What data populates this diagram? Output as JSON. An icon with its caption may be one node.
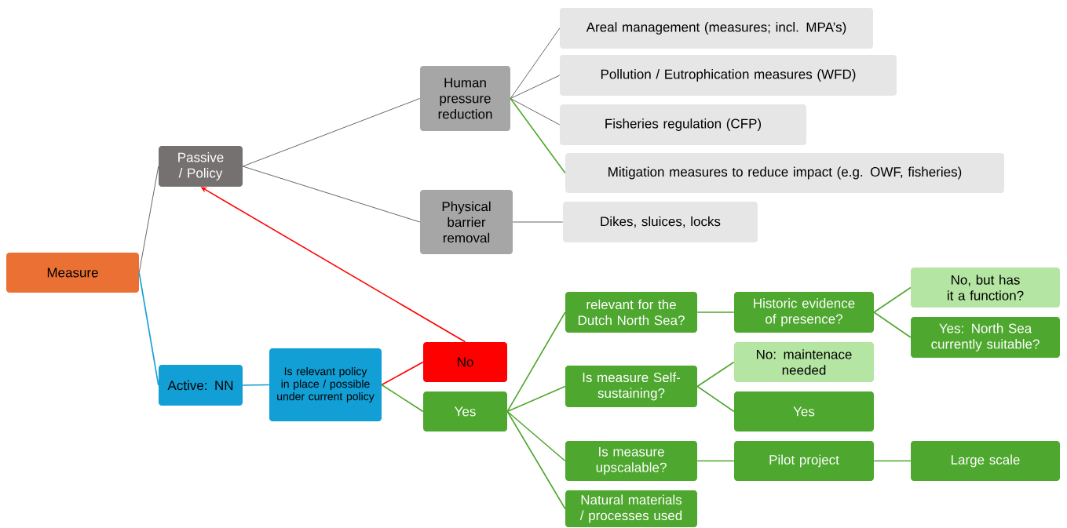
{
  "diagram": {
    "nodes": [
      {
        "text": [
          "Measure"
        ]
      },
      {
        "text": [
          "Passive / Policy"
        ]
      },
      {
        "text": [
          "Human pressure reduction"
        ]
      },
      {
        "text": [
          "Physical barrier removal"
        ]
      },
      {
        "text": [
          "Areal management (measures; incl. MPA’s)"
        ]
      },
      {
        "text": [
          "Pollution / Eutrophication measures (WFD)"
        ]
      },
      {
        "text": [
          "Fisheries regulation (CFP)"
        ]
      },
      {
        "text": [
          "Mitigation measures to reduce impact (e.g. OWF, fisheries)"
        ]
      },
      {
        "text": [
          "Dikes, sluices, locks"
        ]
      },
      {
        "text": [
          "Active: NN"
        ]
      },
      {
        "text": [
          "Is relevant policy in place / possible under current policy"
        ]
      },
      {
        "text": [
          "No"
        ]
      },
      {
        "text": [
          "Yes"
        ]
      },
      {
        "text": [
          "relevant for the Dutch North Sea?"
        ]
      },
      {
        "text": [
          "Is measure Self-sustaining?"
        ]
      },
      {
        "text": [
          "Is measure upscalable?"
        ]
      },
      {
        "text": [
          "Natural materials / processes used"
        ]
      },
      {
        "text": [
          "Historic evidence of presence?"
        ]
      },
      {
        "text": [
          "No: maintenace needed"
        ]
      },
      {
        "text": [
          "Yes"
        ]
      },
      {
        "text": [
          "Pilot project"
        ]
      },
      {
        "text": [
          "No, but has it a function?"
        ]
      },
      {
        "text": [
          "Yes: North Sea currently suitable?"
        ]
      },
      {
        "text": [
          "Large scale"
        ]
      }
    ],
    "edges": [
      {
        "from": 0,
        "to": 1,
        "arrow": "none",
        "color": "#404040"
      },
      {
        "from": 0,
        "to": 9,
        "arrow": "none",
        "color": "#119fd5"
      },
      {
        "from": 1,
        "to": 2,
        "arrow": "none",
        "color": "#404040"
      },
      {
        "from": 1,
        "to": 3,
        "arrow": "none",
        "color": "#404040"
      },
      {
        "from": 2,
        "to": 4,
        "arrow": "none",
        "color": "#404040"
      },
      {
        "from": 2,
        "to": 5,
        "arrow": "none",
        "color": "#404040"
      },
      {
        "from": 2,
        "to": 6,
        "arrow": "none",
        "color": "#404040"
      },
      {
        "from": 2,
        "to": 7,
        "arrow": "none"
      },
      {
        "from": 3,
        "to": 8,
        "arrow": "none",
        "color": "#404040"
      },
      {
        "from": 9,
        "to": 10,
        "arrow": "none",
        "color": "#119fd5"
      },
      {
        "from": 10,
        "to": 11,
        "arrow": "none",
        "color": "#ff0000"
      },
      {
        "from": 10,
        "to": 12,
        "arrow": "none"
      },
      {
        "from": 11,
        "to": 1,
        "arrow": "to",
        "color": "#ff0000"
      },
      {
        "from": 12,
        "to": 13,
        "arrow": "none"
      },
      {
        "from": 12,
        "to": 14,
        "arrow": "none"
      },
      {
        "from": 12,
        "to": 15,
        "arrow": "none"
      },
      {
        "from": 12,
        "to": 16,
        "arrow": "none"
      },
      {
        "from": 13,
        "to": 17,
        "arrow": "none"
      },
      {
        "from": 17,
        "to": 21,
        "arrow": "none"
      },
      {
        "from": 17,
        "to": 22,
        "arrow": "none"
      },
      {
        "from": 14,
        "to": 18,
        "arrow": "none"
      },
      {
        "from": 14,
        "to": 19,
        "arrow": "none"
      },
      {
        "from": 15,
        "to": 20,
        "arrow": "none"
      },
      {
        "from": 20,
        "to": 23,
        "arrow": "none"
      }
    ]
  }
}
